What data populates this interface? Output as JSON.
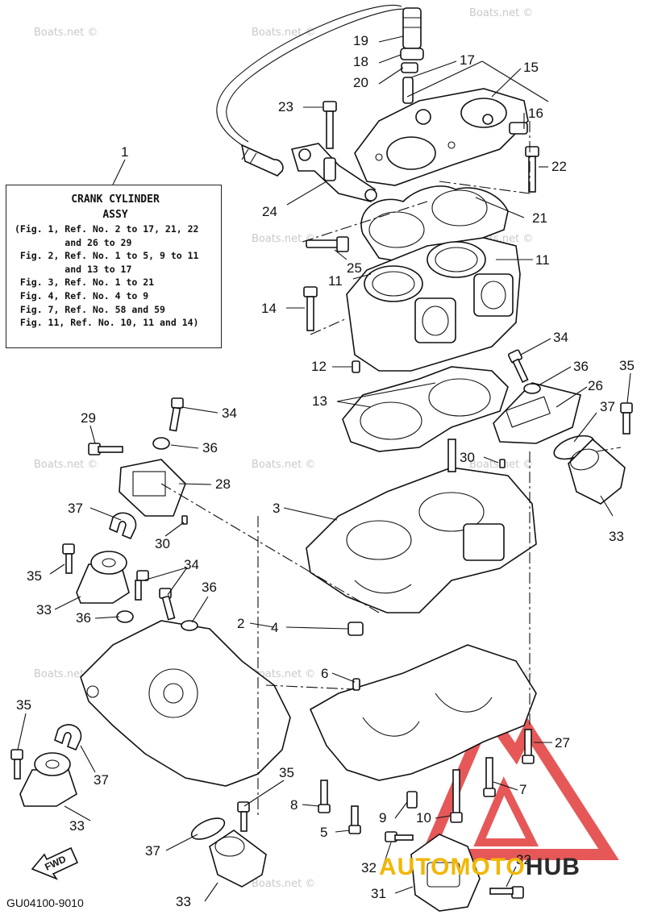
{
  "diagram_code": "GU04100-9010",
  "fwd_label": "FWD",
  "watermark_text": "Boats.net ©",
  "legend": {
    "title_line1": "CRANK CYLINDER",
    "title_line2": "ASSY",
    "lines": [
      "(Fig. 1, Ref. No. 2 to 17, 21, 22",
      "         and 26 to 29",
      " Fig. 2, Ref. No. 1 to 5, 9 to 11",
      "         and 13 to 17",
      " Fig. 3, Ref. No. 1 to 21",
      " Fig. 4, Ref. No. 4 to 9",
      " Fig. 7, Ref. No. 58 and 59",
      " Fig. 11, Ref. No. 10, 11 and 14)"
    ]
  },
  "brand": {
    "part1": "AUTO",
    "part2": "MOTO",
    "part3": "HUB",
    "color_primary": "#f2b705",
    "color_triangle": "#e23b3b"
  },
  "callouts": [
    {
      "id": "c19",
      "label": "19"
    },
    {
      "id": "c18",
      "label": "18"
    },
    {
      "id": "c20",
      "label": "20"
    },
    {
      "id": "c17",
      "label": "17"
    },
    {
      "id": "c15",
      "label": "15"
    },
    {
      "id": "c16",
      "label": "16"
    },
    {
      "id": "c23",
      "label": "23"
    },
    {
      "id": "c22",
      "label": "22"
    },
    {
      "id": "c1",
      "label": "1"
    },
    {
      "id": "c24",
      "label": "24"
    },
    {
      "id": "c21",
      "label": "21"
    },
    {
      "id": "c25",
      "label": "25"
    },
    {
      "id": "c11a",
      "label": "11"
    },
    {
      "id": "c11b",
      "label": "11"
    },
    {
      "id": "c14",
      "label": "14"
    },
    {
      "id": "c34a",
      "label": "34"
    },
    {
      "id": "c12",
      "label": "12"
    },
    {
      "id": "c36a",
      "label": "36"
    },
    {
      "id": "c35a",
      "label": "35"
    },
    {
      "id": "c26",
      "label": "26"
    },
    {
      "id": "c13",
      "label": "13"
    },
    {
      "id": "c37a",
      "label": "37"
    },
    {
      "id": "c34b",
      "label": "34"
    },
    {
      "id": "c29",
      "label": "29"
    },
    {
      "id": "c36b",
      "label": "36"
    },
    {
      "id": "c30a",
      "label": "30"
    },
    {
      "id": "c28",
      "label": "28"
    },
    {
      "id": "c3",
      "label": "3"
    },
    {
      "id": "c33a",
      "label": "33"
    },
    {
      "id": "c37b",
      "label": "37"
    },
    {
      "id": "c30b",
      "label": "30"
    },
    {
      "id": "c35b",
      "label": "35"
    },
    {
      "id": "c34c",
      "label": "34"
    },
    {
      "id": "c36c",
      "label": "36"
    },
    {
      "id": "c33b",
      "label": "33"
    },
    {
      "id": "c36d",
      "label": "36"
    },
    {
      "id": "c2",
      "label": "2"
    },
    {
      "id": "c4",
      "label": "4"
    },
    {
      "id": "c6",
      "label": "6"
    },
    {
      "id": "c35c",
      "label": "35"
    },
    {
      "id": "c27",
      "label": "27"
    },
    {
      "id": "c37c",
      "label": "37"
    },
    {
      "id": "c7",
      "label": "7"
    },
    {
      "id": "c35d",
      "label": "35"
    },
    {
      "id": "c8",
      "label": "8"
    },
    {
      "id": "c9",
      "label": "9"
    },
    {
      "id": "c10",
      "label": "10"
    },
    {
      "id": "c33c",
      "label": "33"
    },
    {
      "id": "c5",
      "label": "5"
    },
    {
      "id": "c37d",
      "label": "37"
    },
    {
      "id": "c32a",
      "label": "32"
    },
    {
      "id": "c32b",
      "label": "32"
    },
    {
      "id": "c31",
      "label": "31"
    },
    {
      "id": "c33d",
      "label": "33"
    }
  ]
}
